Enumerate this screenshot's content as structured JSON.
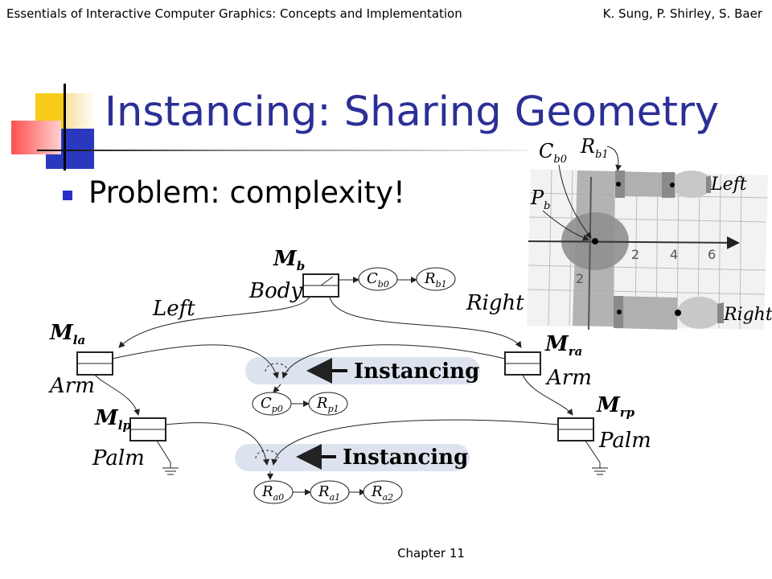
{
  "header": {
    "left": "Essentials of Interactive Computer Graphics: Concepts and Implementation",
    "right": "K. Sung, P. Shirley, S. Baer"
  },
  "slide": {
    "title": "Instancing: Sharing Geometry",
    "bullet": "Problem: complexity!"
  },
  "footer": "Chapter 11",
  "tree": {
    "body": {
      "matrix_main": "M",
      "matrix_sub": "b",
      "label": "Body",
      "prims": [
        {
          "main": "C",
          "sub": "b0"
        },
        {
          "main": "R",
          "sub": "b1"
        }
      ]
    },
    "edge_left": "Left",
    "edge_right": "Right",
    "left_arm": {
      "matrix_main": "M",
      "matrix_sub": "la",
      "label": "Arm"
    },
    "right_arm": {
      "matrix_main": "M",
      "matrix_sub": "ra",
      "label": "Arm"
    },
    "left_palm": {
      "matrix_main": "M",
      "matrix_sub": "lp",
      "label": "Palm"
    },
    "right_palm": {
      "matrix_main": "M",
      "matrix_sub": "rp",
      "label": "Palm"
    },
    "instancing_label": "Instancing",
    "arm_prims": [
      {
        "main": "C",
        "sub": "p0"
      },
      {
        "main": "R",
        "sub": "p1"
      }
    ],
    "palm_prims": [
      {
        "main": "R",
        "sub": "a0"
      },
      {
        "main": "R",
        "sub": "a1"
      },
      {
        "main": "R",
        "sub": "a2"
      }
    ]
  },
  "figure": {
    "c_label": {
      "main": "C",
      "sub": "b0"
    },
    "r_label": {
      "main": "R",
      "sub": "b1"
    },
    "p_label": {
      "main": "P",
      "sub": "b"
    },
    "left": "Left",
    "right": "Right",
    "ticks": [
      "2",
      "4",
      "6"
    ],
    "neg_tick": "2"
  },
  "colors": {
    "title": "#2b2f96",
    "bullet": "#2b2fc8",
    "instancing_band": "#dde3ee"
  }
}
